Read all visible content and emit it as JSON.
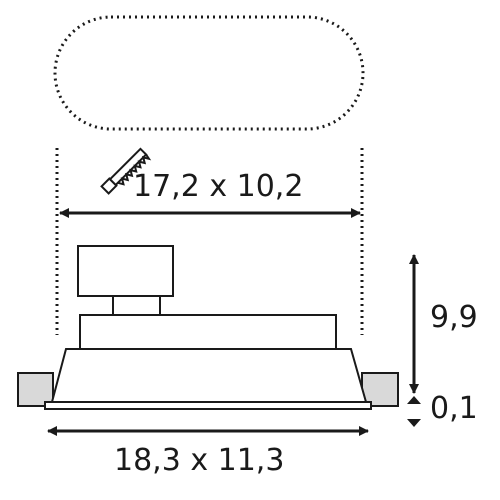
{
  "dimensions": {
    "cutout": "17,2 x 10,2",
    "outer": "18,3 x 11,3",
    "height": "9,9",
    "flange": "0,1"
  },
  "icons": {
    "cutout": "saw-icon"
  },
  "colors": {
    "line": "#1a1a1a",
    "ceiling": "#d9d9d9",
    "background": "#ffffff"
  }
}
